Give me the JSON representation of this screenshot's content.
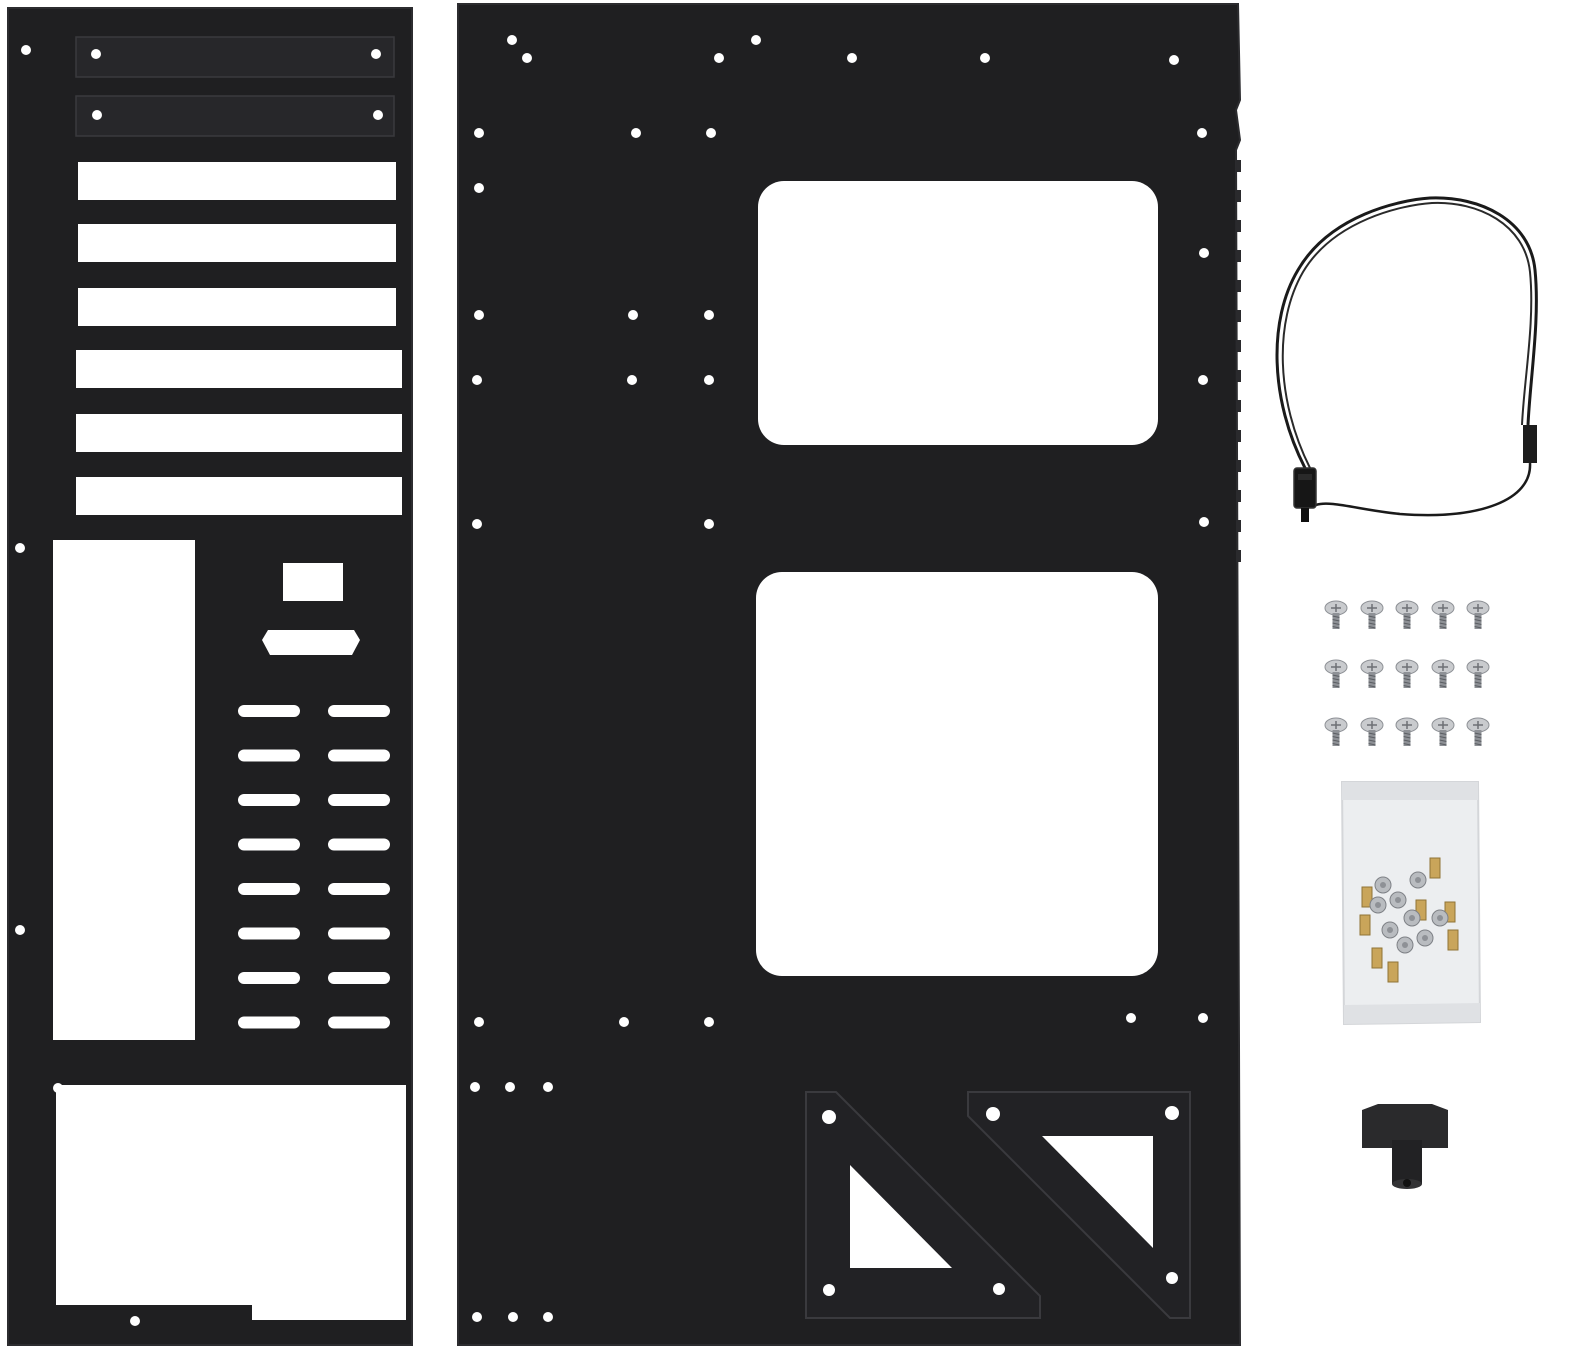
{
  "scene": {
    "background": "#ffffff",
    "components": [
      {
        "id": "io-back-panel",
        "label": ""
      },
      {
        "id": "motherboard-tray",
        "label": ""
      },
      {
        "id": "power-switch-cable",
        "label": ""
      },
      {
        "id": "screw-set",
        "label": ""
      },
      {
        "id": "standoff-bag",
        "label": ""
      },
      {
        "id": "standoff-tool",
        "label": ""
      }
    ]
  },
  "colors": {
    "panel_metal": "#1f1f21",
    "panel_edge": "#2c2c2f",
    "panel_highlight": "#333336",
    "hole": "#ffffff",
    "cable": "#1a1a1a",
    "screw_silver": "#c9cbce",
    "screw_dark": "#8e9196",
    "brass": "#c9a55a",
    "bag": "#eceef0"
  }
}
